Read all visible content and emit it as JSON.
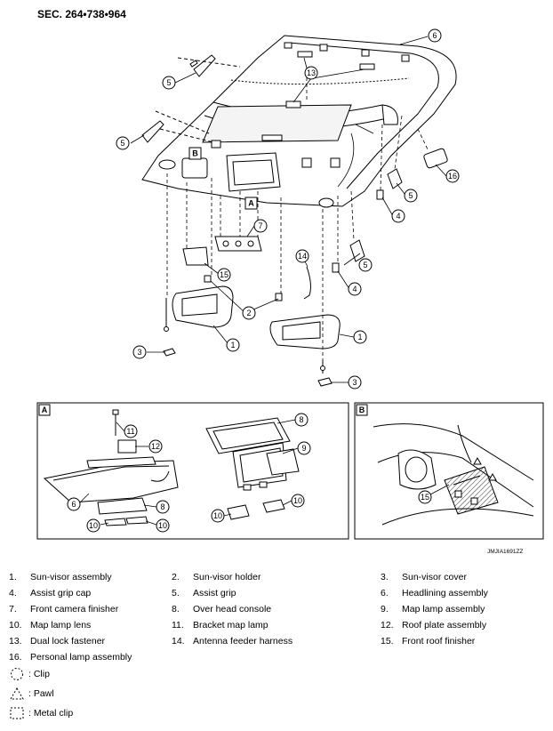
{
  "header": {
    "section": "SEC. 264•738•964"
  },
  "callouts": {
    "main": [
      "6",
      "5",
      "13",
      "5",
      "B",
      "16",
      "5",
      "A",
      "7",
      "4",
      "14",
      "15",
      "5",
      "4",
      "2",
      "1",
      "1",
      "3",
      "3"
    ],
    "panel_a": {
      "letter": "A",
      "labels": [
        "11",
        "12",
        "6",
        "8",
        "10",
        "10",
        "8",
        "9",
        "10",
        "10"
      ]
    },
    "panel_b": {
      "letter": "B",
      "labels": [
        "15"
      ]
    }
  },
  "figure_code": "JMJIA1691ZZ",
  "legend": {
    "items": [
      {
        "num": "1.",
        "text": "Sun-visor assembly"
      },
      {
        "num": "2.",
        "text": "Sun-visor holder"
      },
      {
        "num": "3.",
        "text": "Sun-visor cover"
      },
      {
        "num": "4.",
        "text": "Assist grip cap"
      },
      {
        "num": "5.",
        "text": "Assist grip"
      },
      {
        "num": "6.",
        "text": "Headlining assembly"
      },
      {
        "num": "7.",
        "text": "Front camera finisher"
      },
      {
        "num": "8.",
        "text": "Over head console"
      },
      {
        "num": "9.",
        "text": "Map lamp assembly"
      },
      {
        "num": "10.",
        "text": "Map lamp lens"
      },
      {
        "num": "11.",
        "text": "Bracket map lamp"
      },
      {
        "num": "12.",
        "text": "Roof plate assembly"
      },
      {
        "num": "13.",
        "text": "Dual lock fastener"
      },
      {
        "num": "14.",
        "text": "Antenna feeder harness"
      },
      {
        "num": "15.",
        "text": "Front roof finisher"
      },
      {
        "num": "16.",
        "text": "Personal lamp assembly"
      }
    ],
    "symbols": [
      {
        "icon": "clip-icon",
        "text": ": Clip"
      },
      {
        "icon": "pawl-icon",
        "text": ": Pawl"
      },
      {
        "icon": "metal-clip-icon",
        "text": ": Metal clip"
      }
    ]
  }
}
